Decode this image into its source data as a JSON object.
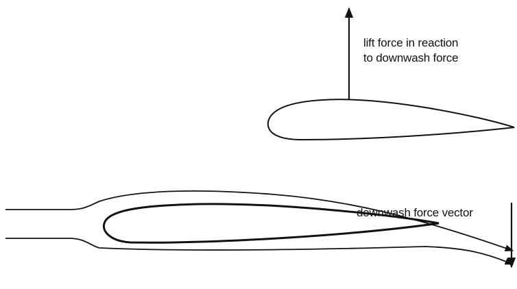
{
  "labels": {
    "lift_line1": "lift force in reaction",
    "lift_line2": "to downwash force",
    "downwash": "downwash force vector"
  }
}
